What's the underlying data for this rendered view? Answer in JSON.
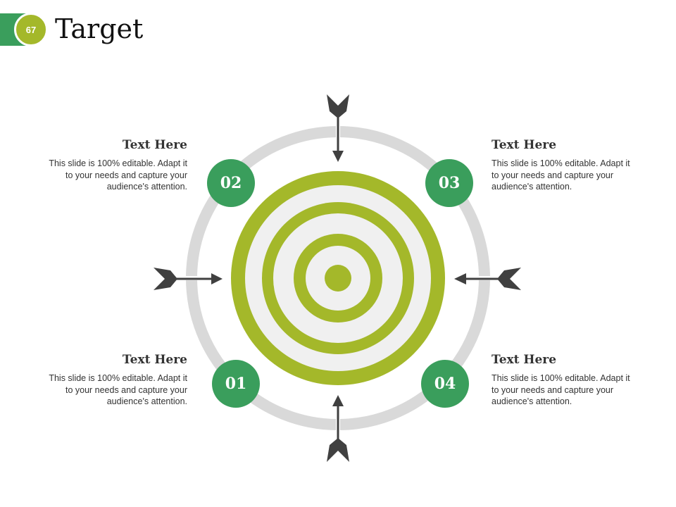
{
  "header": {
    "page_number": "67",
    "title": "Target"
  },
  "colors": {
    "green": "#3a9e5c",
    "olive": "#a4b82a",
    "ring_gray": "#d9d9d9",
    "inner_gray": "#f0f0f0",
    "arrow": "#404040"
  },
  "markers": {
    "m01": "01",
    "m02": "02",
    "m03": "03",
    "m04": "04"
  },
  "blocks": {
    "top_left": {
      "heading": "Text Here",
      "body": "This slide is 100% editable. Adapt it to your needs and capture your audience's attention."
    },
    "top_right": {
      "heading": "Text Here",
      "body": "This slide is 100% editable. Adapt it to your needs and capture your audience's attention."
    },
    "bottom_left": {
      "heading": "Text Here",
      "body": "This slide is 100% editable. Adapt it to your needs and capture your audience's attention."
    },
    "bottom_right": {
      "heading": "Text Here",
      "body": "This slide is 100% editable. Adapt it to your needs and capture your audience's attention."
    }
  }
}
